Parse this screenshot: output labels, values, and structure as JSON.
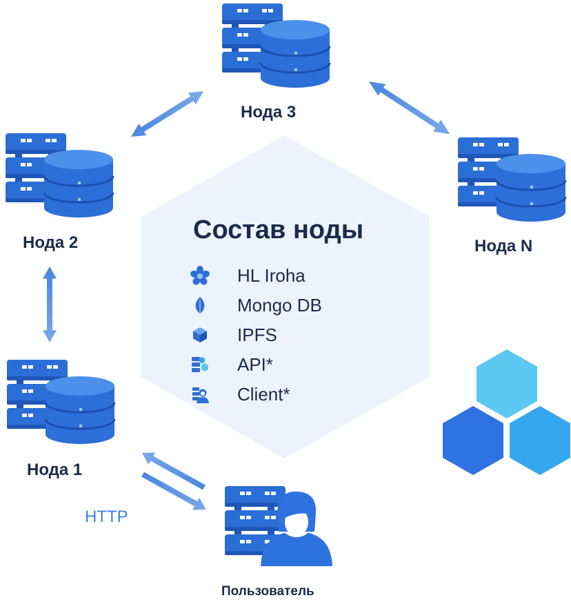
{
  "nodes": {
    "node3": "Нода 3",
    "node2": "Нода 2",
    "nodeN": "Нода N",
    "node1": "Нода 1"
  },
  "composition": {
    "title": "Состав ноды",
    "items": [
      {
        "label": "HL Iroha",
        "icon": "iroha-flower-icon"
      },
      {
        "label": "Mongo DB",
        "icon": "mongodb-leaf-icon"
      },
      {
        "label": "IPFS",
        "icon": "ipfs-cube-icon"
      },
      {
        "label": "API*",
        "icon": "api-grid-icon"
      },
      {
        "label": "Client*",
        "icon": "client-person-icon"
      }
    ]
  },
  "protocol": "HTTP",
  "user": "Пользователь",
  "colors": {
    "server_blue": "#2b6fd6",
    "server_dark": "#1f56b8",
    "disk_blue": "#3d86e8",
    "arrow": "#5a90e0",
    "hex_bg": "#ecf3fc",
    "hex_dark": "#2f73e2",
    "hex_mid": "#35a7ee",
    "hex_light": "#5bc8f2",
    "text_dark": "#1a2b4a",
    "http_blue": "#3a84e0"
  }
}
